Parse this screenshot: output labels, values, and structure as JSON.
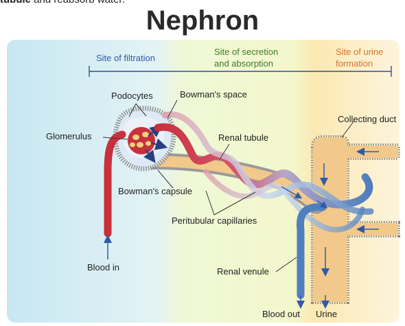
{
  "header": {
    "caption_bold": "tubule",
    "caption_rest": " and reabsorb water.",
    "title": "Nephron"
  },
  "zones": {
    "filtration": "Site of filtration",
    "secretion_line1": "Site of secretion",
    "secretion_line2": "and absorption",
    "urine_line1": "Site of urine",
    "urine_line2": "formation"
  },
  "labels": {
    "podocytes": "Podocytes",
    "bowmans_space": "Bowman's space",
    "glomerulus": "Glomerulus",
    "renal_tubule": "Renal tubule",
    "collecting_duct": "Collecting duct",
    "bowmans_capsule": "Bowman's capsule",
    "peritubular_capillaries": "Peritubular capillaries",
    "blood_in": "Blood in",
    "renal_venule": "Renal venule",
    "blood_out": "Blood out",
    "urine": "Urine"
  },
  "colors": {
    "zone_blue": "#d7eef4",
    "zone_green": "#eef7cf",
    "zone_orange": "#fbe7b5",
    "artery_red": "#c8303e",
    "vein_blue": "#5a86c0",
    "tubule_fill": "#f2c98a",
    "tubule_edge": "#8a8a8a"
  }
}
